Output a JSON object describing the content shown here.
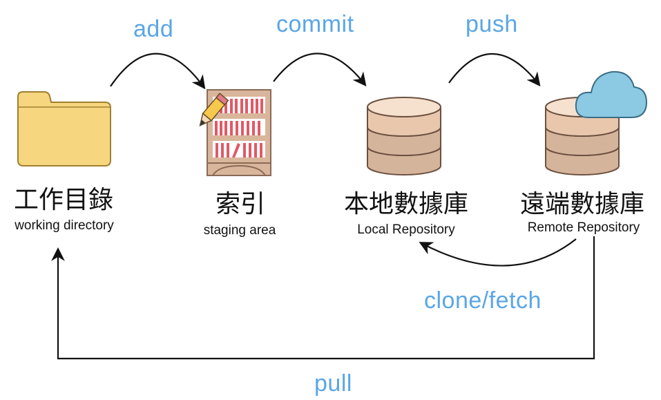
{
  "operations": {
    "add": "add",
    "commit": "commit",
    "push": "push",
    "clone_fetch": "clone/fetch",
    "pull": "pull"
  },
  "stages": {
    "working": {
      "title": "工作目錄",
      "subtitle": "working directory",
      "icon": "folder-icon"
    },
    "staging": {
      "title": "索引",
      "subtitle": "staging area",
      "icon": "bookshelf-icon"
    },
    "local": {
      "title": "本地數據庫",
      "subtitle": "Local Repository",
      "icon": "database-icon"
    },
    "remote": {
      "title": "遠端數據庫",
      "subtitle": "Remote Repository",
      "icon": "cloud-database-icon"
    }
  },
  "colors": {
    "operation_text": "#5aa6e6",
    "arrow": "#111111",
    "folder": "#f7d680",
    "shelf": "#d9b69b",
    "books": "#e05a66",
    "database": "#f0d3bc",
    "cloud": "#8cc9e3"
  }
}
